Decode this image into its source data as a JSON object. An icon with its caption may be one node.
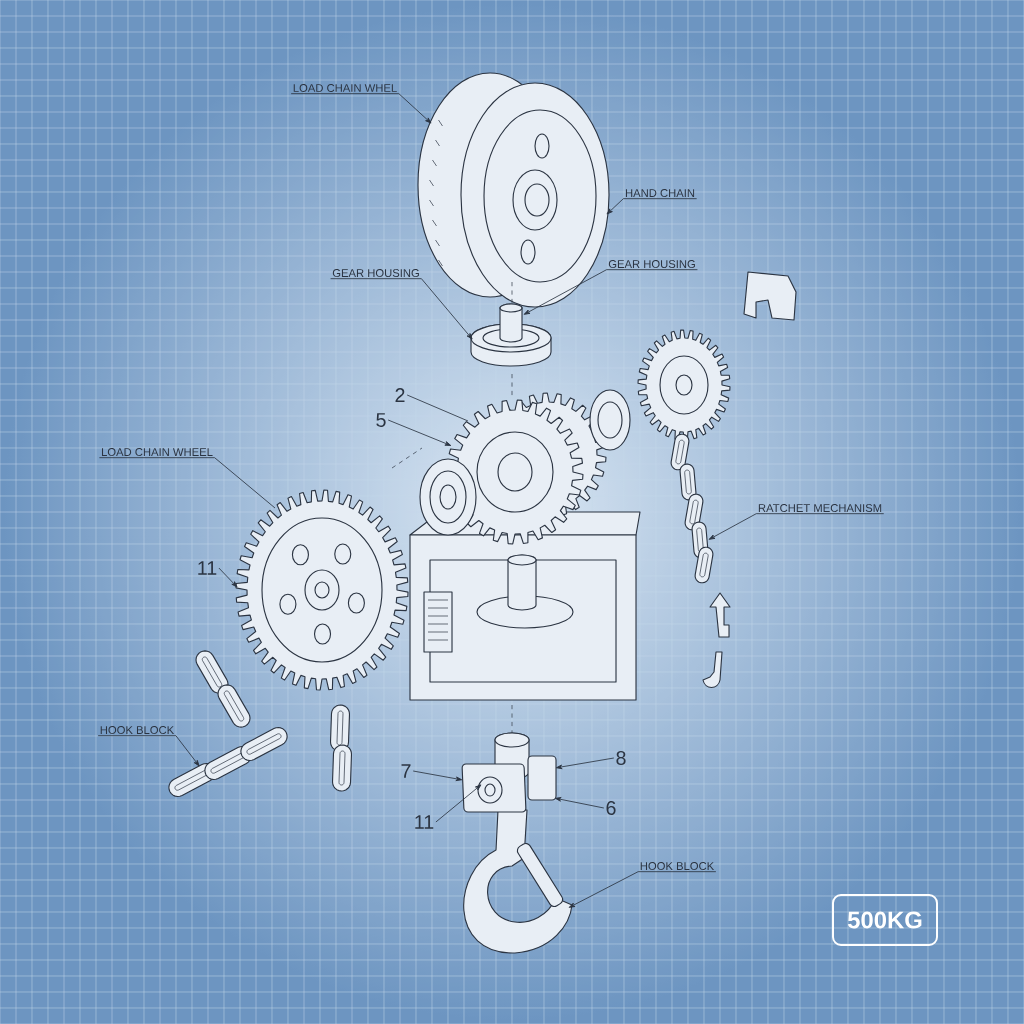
{
  "diagram": {
    "nodes": [
      {
        "text": [
          "LOAD CHAIN WHEL"
        ]
      },
      {
        "text": [],
        "shape": "picture"
      },
      {
        "text": [
          "HAND CHAIN"
        ]
      },
      {
        "text": [
          "GEAR HOUSING"
        ]
      },
      {
        "text": [
          "GEAR HOUSING"
        ]
      },
      {
        "text": [],
        "shape": "picture"
      },
      {
        "text": [
          "2"
        ]
      },
      {
        "text": [
          "5"
        ]
      },
      {
        "text": [],
        "shape": "picture"
      },
      {
        "text": [
          "LOAD CHAIN WHEEL"
        ]
      },
      {
        "text": [
          "11"
        ]
      },
      {
        "text": [],
        "shape": "picture"
      },
      {
        "text": [
          "RATCHET MECHANISM"
        ]
      },
      {
        "text": [],
        "shape": "picture"
      },
      {
        "text": [
          "HOOK BLOCK"
        ]
      },
      {
        "text": [],
        "shape": "picture"
      },
      {
        "text": [
          "7"
        ]
      },
      {
        "text": [
          "8"
        ]
      },
      {
        "text": [
          "11"
        ]
      },
      {
        "text": [
          "6"
        ]
      },
      {
        "text": [],
        "shape": "picture"
      },
      {
        "text": [
          "HOOK BLOCK"
        ]
      },
      {
        "text": [
          "500KG"
        ]
      }
    ],
    "edges": [
      {
        "from": 0,
        "to": 1,
        "arrow": "to"
      },
      {
        "from": 2,
        "to": 1,
        "arrow": "to"
      },
      {
        "from": 3,
        "to": 5,
        "arrow": "to"
      },
      {
        "from": 4,
        "to": 5,
        "arrow": "to"
      },
      {
        "from": 6,
        "to": 8,
        "arrow": "none"
      },
      {
        "from": 7,
        "to": 8,
        "arrow": "to"
      },
      {
        "from": 9,
        "to": 11,
        "arrow": "none"
      },
      {
        "from": 10,
        "to": 11,
        "arrow": "to"
      },
      {
        "from": 12,
        "to": 13,
        "arrow": "to"
      },
      {
        "from": 14,
        "to": 15,
        "arrow": "to"
      },
      {
        "from": 16,
        "to": 20,
        "arrow": "to"
      },
      {
        "from": 17,
        "to": 20,
        "arrow": "to"
      },
      {
        "from": 18,
        "to": 20,
        "arrow": "to"
      },
      {
        "from": 19,
        "to": 20,
        "arrow": "to"
      },
      {
        "from": 21,
        "to": 20,
        "arrow": "to"
      }
    ]
  }
}
